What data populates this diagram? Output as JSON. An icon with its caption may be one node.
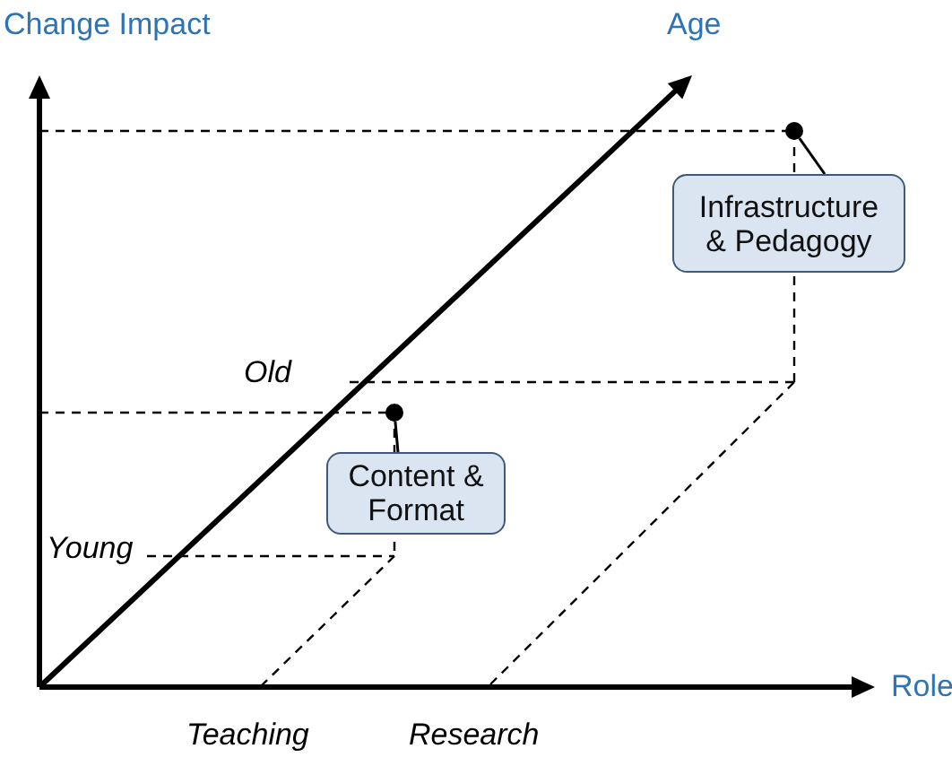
{
  "diagram": {
    "nodes": [
      {
        "text": [
          "Infrastructure & Pedagogy"
        ]
      },
      {
        "text": [],
        "shape": "circle"
      },
      {
        "text": [
          "Content & Format"
        ]
      },
      {
        "text": [],
        "shape": "circle"
      }
    ],
    "edges": [
      {
        "from": 0,
        "to": 1,
        "arrow": "none"
      },
      {
        "from": 2,
        "to": 3,
        "arrow": "none"
      }
    ],
    "labels": [
      "Change Impact",
      "Age",
      "Old",
      "Young",
      "Role",
      "Teaching",
      "Research"
    ]
  }
}
